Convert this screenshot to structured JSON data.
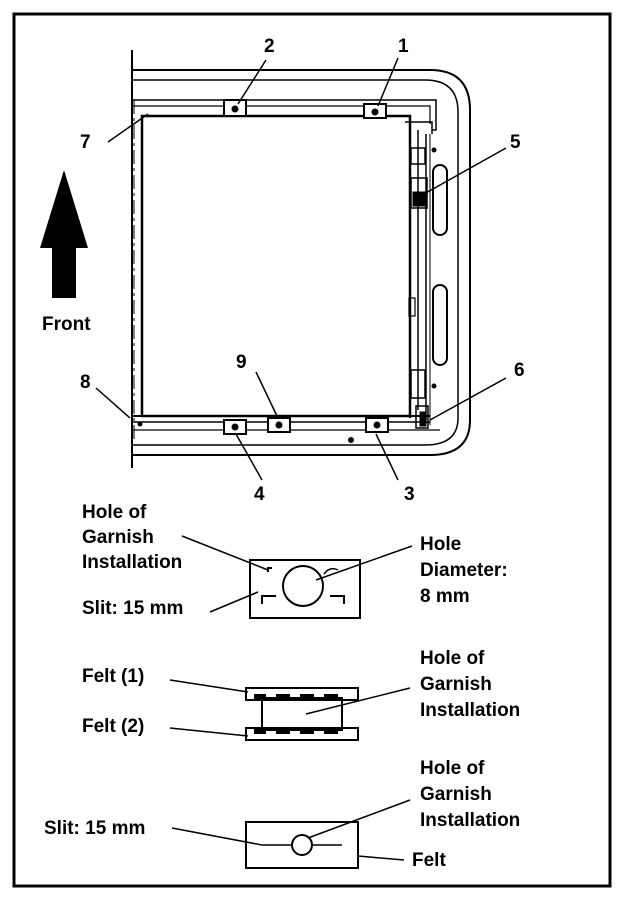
{
  "callouts": {
    "n1": "1",
    "n2": "2",
    "n3": "3",
    "n4": "4",
    "n5": "5",
    "n6": "6",
    "n7": "7",
    "n8": "8",
    "n9": "9"
  },
  "front_label": "Front",
  "detail1": {
    "hole_label": [
      "Hole of",
      "Garnish",
      "Installation"
    ],
    "slit_label": "Slit: 15 mm",
    "diameter_label": [
      "Hole",
      "Diameter:",
      "8 mm"
    ]
  },
  "detail2": {
    "felt1_label": "Felt (1)",
    "felt2_label": "Felt (2)",
    "hole_label": [
      "Hole of",
      "Garnish",
      "Installation"
    ]
  },
  "detail3": {
    "slit_label": "Slit: 15 mm",
    "hole_label": [
      "Hole of",
      "Garnish",
      "Installation"
    ],
    "felt_label": "Felt"
  }
}
